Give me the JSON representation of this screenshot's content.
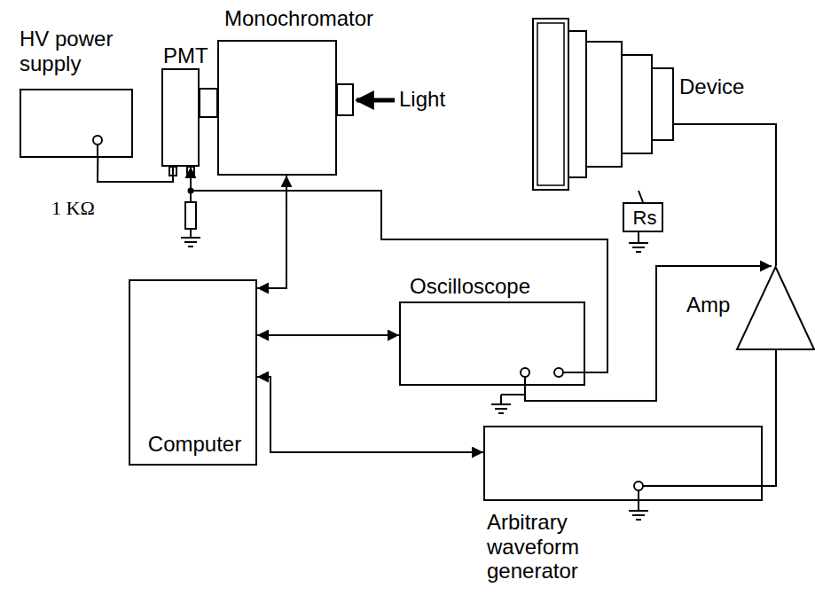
{
  "diagram": {
    "nodes": [
      {
        "text": [
          "HV power supply"
        ]
      },
      {
        "text": [
          "PMT"
        ]
      },
      {
        "text": [
          "Monochromator"
        ]
      },
      {
        "text": [
          "Device"
        ]
      },
      {
        "text": [
          "Rs"
        ]
      },
      {
        "text": [
          "Computer"
        ]
      },
      {
        "text": [
          "Oscilloscope"
        ]
      },
      {
        "text": [
          "Amp"
        ]
      },
      {
        "text": [
          "Arbitrary waveform generator"
        ]
      }
    ],
    "edges": [
      {
        "from": 0,
        "to": 1,
        "arrow": "none"
      },
      {
        "from": 6,
        "to": 1,
        "arrow": "to"
      },
      {
        "from": 2,
        "to": 5,
        "arrow": "both"
      },
      {
        "from": 5,
        "to": 6,
        "arrow": "both"
      },
      {
        "from": 5,
        "to": 8,
        "arrow": "both"
      },
      {
        "from": 8,
        "to": 7,
        "arrow": "none"
      },
      {
        "from": 7,
        "to": 3,
        "arrow": "none"
      },
      {
        "from": 6,
        "to": 7,
        "arrow": "to"
      },
      {
        "from": 3,
        "to": 4,
        "arrow": "none"
      }
    ],
    "labels": [
      "Light",
      "1 KΩ"
    ]
  }
}
